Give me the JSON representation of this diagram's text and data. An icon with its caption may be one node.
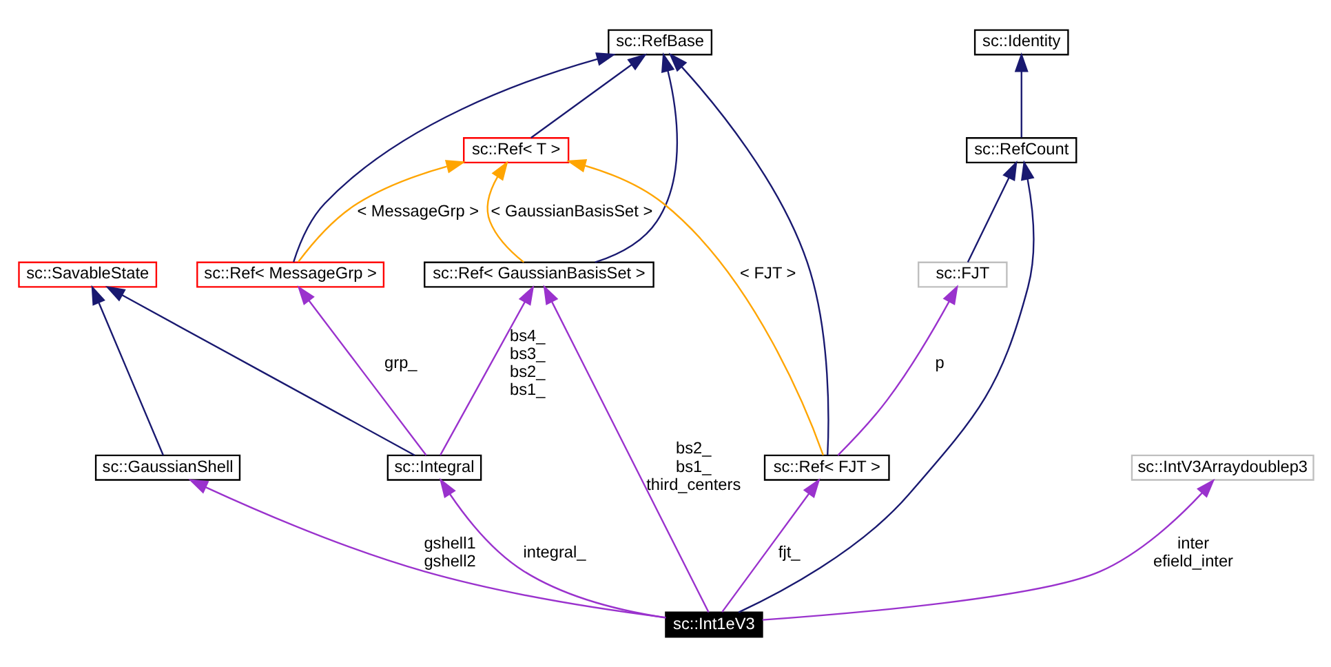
{
  "diagram": {
    "nodes": [
      {
        "text": [
          "sc::RefBase"
        ]
      },
      {
        "text": [
          "sc::Identity"
        ]
      },
      {
        "text": [
          "sc::Ref< T >"
        ]
      },
      {
        "text": [
          "sc::RefCount"
        ]
      },
      {
        "text": [
          "sc::SavableState"
        ]
      },
      {
        "text": [
          "sc::Ref< MessageGrp >"
        ]
      },
      {
        "text": [
          "sc::Ref< GaussianBasisSet >"
        ]
      },
      {
        "text": [
          "sc::FJT"
        ]
      },
      {
        "text": [
          "sc::GaussianShell"
        ]
      },
      {
        "text": [
          "sc::Integral"
        ]
      },
      {
        "text": [
          "sc::Ref< FJT >"
        ]
      },
      {
        "text": [
          "sc::IntV3Arraydoublep3"
        ]
      },
      {
        "text": [
          "sc::Int1eV3"
        ]
      }
    ],
    "edges": [
      {
        "from": 5,
        "to": 0,
        "arrow": "to"
      },
      {
        "from": 2,
        "to": 0,
        "arrow": "to"
      },
      {
        "from": 6,
        "to": 0,
        "arrow": "to"
      },
      {
        "from": 10,
        "to": 0,
        "arrow": "to"
      },
      {
        "from": 3,
        "to": 1,
        "arrow": "to"
      },
      {
        "from": 5,
        "to": 2,
        "arrow": "to",
        "label": "< MessageGrp >",
        "color": "#ffa500"
      },
      {
        "from": 6,
        "to": 2,
        "arrow": "to",
        "label": "< GaussianBasisSet >",
        "color": "#ffa500"
      },
      {
        "from": 10,
        "to": 2,
        "arrow": "to",
        "label": "< FJT >",
        "color": "#ffa500"
      },
      {
        "from": 7,
        "to": 3,
        "arrow": "to"
      },
      {
        "from": 12,
        "to": 3,
        "arrow": "to"
      },
      {
        "from": 8,
        "to": 4,
        "arrow": "to"
      },
      {
        "from": 9,
        "to": 4,
        "arrow": "to"
      },
      {
        "from": 9,
        "to": 5,
        "arrow": "to",
        "label": "grp_",
        "color": "#9a32cd"
      },
      {
        "from": 9,
        "to": 6,
        "arrow": "to",
        "label": "bs4_ bs3_ bs2_ bs1_",
        "color": "#9a32cd"
      },
      {
        "from": 12,
        "to": 6,
        "arrow": "to",
        "label": "bs2_ bs1_ third_centers",
        "color": "#9a32cd"
      },
      {
        "from": 10,
        "to": 7,
        "arrow": "to",
        "label": "p",
        "color": "#9a32cd"
      },
      {
        "from": 12,
        "to": 8,
        "arrow": "to",
        "label": "gshell1 gshell2",
        "color": "#9a32cd"
      },
      {
        "from": 12,
        "to": 9,
        "arrow": "to",
        "label": "integral_",
        "color": "#9a32cd"
      },
      {
        "from": 12,
        "to": 10,
        "arrow": "to",
        "label": "fjt_",
        "color": "#9a32cd"
      },
      {
        "from": 12,
        "to": 11,
        "arrow": "to",
        "label": "inter efield_inter",
        "color": "#9a32cd"
      }
    ]
  }
}
